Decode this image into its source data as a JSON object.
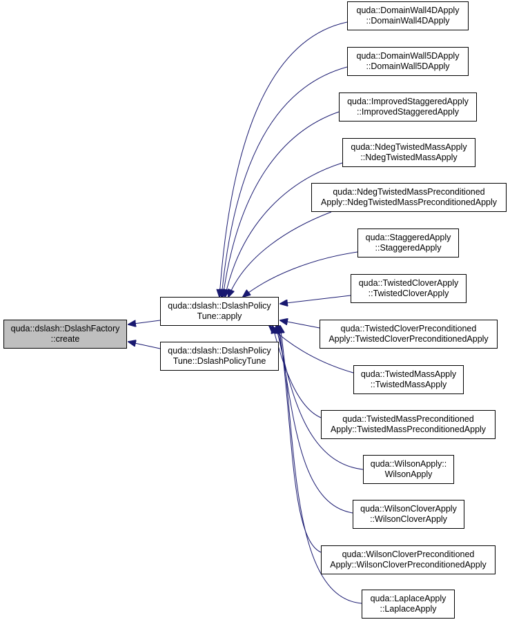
{
  "graph": {
    "colors": {
      "edge": "#191970",
      "node_border": "#000000",
      "root_fill": "#bfbfbf",
      "node_fill": "#ffffff"
    },
    "root": {
      "id": "root",
      "lines": [
        "quda::dslash::DslashFactory",
        "::create"
      ]
    },
    "middle": [
      {
        "id": "apply",
        "lines": [
          "quda::dslash::DslashPolicy",
          "Tune::apply"
        ]
      },
      {
        "id": "ctor",
        "lines": [
          "quda::dslash::DslashPolicy",
          "Tune::DslashPolicyTune"
        ]
      }
    ],
    "leaves": [
      {
        "id": "dw4",
        "lines": [
          "quda::DomainWall4DApply",
          "::DomainWall4DApply"
        ]
      },
      {
        "id": "dw5",
        "lines": [
          "quda::DomainWall5DApply",
          "::DomainWall5DApply"
        ]
      },
      {
        "id": "istag",
        "lines": [
          "quda::ImprovedStaggeredApply",
          "::ImprovedStaggeredApply"
        ]
      },
      {
        "id": "ndeg",
        "lines": [
          "quda::NdegTwistedMassApply",
          "::NdegTwistedMassApply"
        ]
      },
      {
        "id": "ndegp",
        "lines": [
          "quda::NdegTwistedMassPreconditioned",
          "Apply::NdegTwistedMassPreconditionedApply"
        ]
      },
      {
        "id": "stag",
        "lines": [
          "quda::StaggeredApply",
          "::StaggeredApply"
        ]
      },
      {
        "id": "tc",
        "lines": [
          "quda::TwistedCloverApply",
          "::TwistedCloverApply"
        ]
      },
      {
        "id": "tcp",
        "lines": [
          "quda::TwistedCloverPreconditioned",
          "Apply::TwistedCloverPreconditionedApply"
        ]
      },
      {
        "id": "tm",
        "lines": [
          "quda::TwistedMassApply",
          "::TwistedMassApply"
        ]
      },
      {
        "id": "tmp",
        "lines": [
          "quda::TwistedMassPreconditioned",
          "Apply::TwistedMassPreconditionedApply"
        ]
      },
      {
        "id": "wil",
        "lines": [
          "quda::WilsonApply::",
          "WilsonApply"
        ]
      },
      {
        "id": "wc",
        "lines": [
          "quda::WilsonCloverApply",
          "::WilsonCloverApply"
        ]
      },
      {
        "id": "wcp",
        "lines": [
          "quda::WilsonCloverPreconditioned",
          "Apply::WilsonCloverPreconditionedApply"
        ]
      },
      {
        "id": "lap",
        "lines": [
          "quda::LaplaceApply",
          "::LaplaceApply"
        ]
      }
    ],
    "edges": [
      {
        "from": "apply",
        "to": "root"
      },
      {
        "from": "ctor",
        "to": "root"
      },
      {
        "from": "dw4",
        "to": "apply"
      },
      {
        "from": "dw5",
        "to": "apply"
      },
      {
        "from": "istag",
        "to": "apply"
      },
      {
        "from": "ndeg",
        "to": "apply"
      },
      {
        "from": "ndegp",
        "to": "apply"
      },
      {
        "from": "stag",
        "to": "apply"
      },
      {
        "from": "tc",
        "to": "apply"
      },
      {
        "from": "tcp",
        "to": "apply"
      },
      {
        "from": "tm",
        "to": "apply"
      },
      {
        "from": "tmp",
        "to": "apply"
      },
      {
        "from": "wil",
        "to": "apply"
      },
      {
        "from": "wc",
        "to": "apply"
      },
      {
        "from": "wcp",
        "to": "apply"
      },
      {
        "from": "lap",
        "to": "apply"
      }
    ]
  }
}
